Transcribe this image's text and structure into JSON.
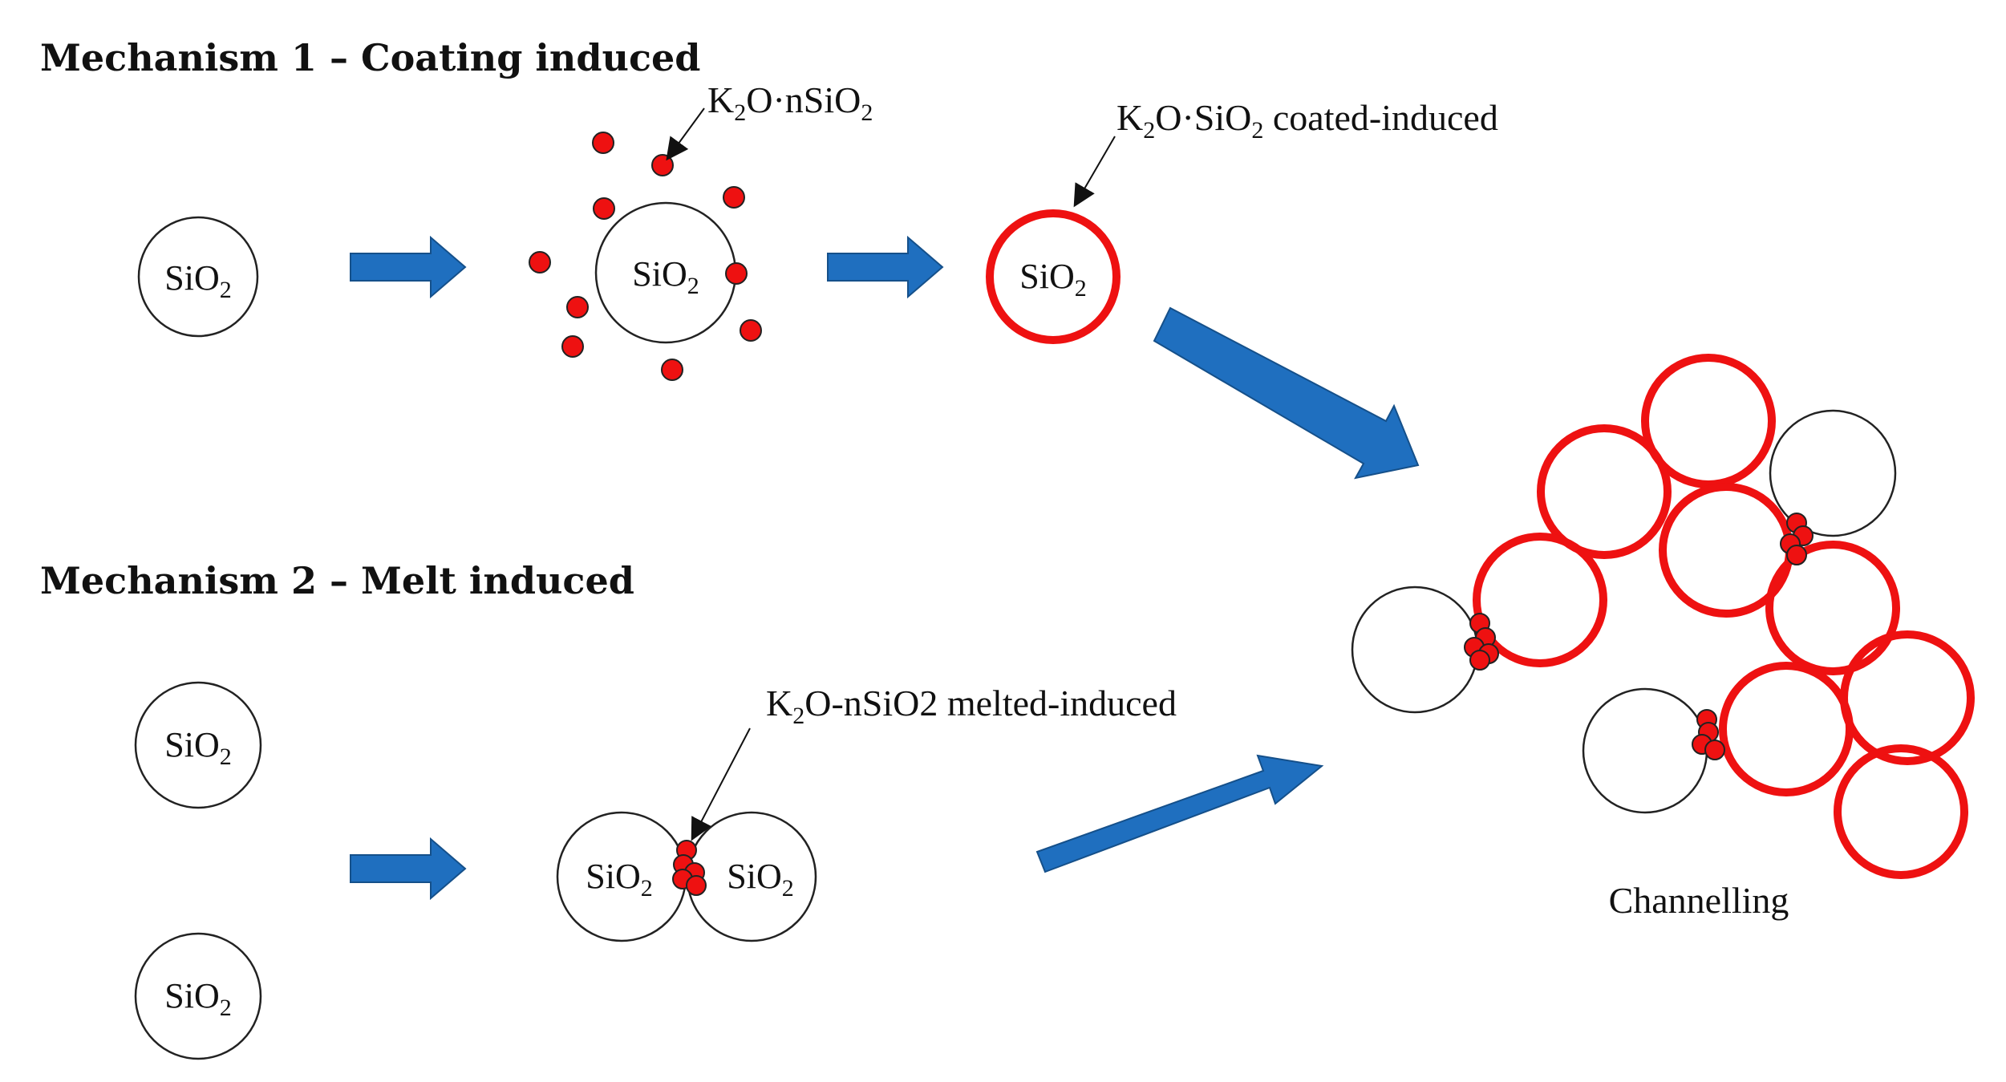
{
  "mechanism1": {
    "title": "Mechanism 1 – Coating induced",
    "label_precursor": {
      "pre": "K",
      "sub1": "2",
      "mid": "O·nSiO",
      "sub2": "2",
      "post": ""
    },
    "label_coated": {
      "pre": "K",
      "sub1": "2",
      "mid": "O·SiO",
      "sub2": "2",
      "post": " coated-induced"
    }
  },
  "mechanism2": {
    "title": "Mechanism 2 – Melt induced",
    "label_melt": {
      "pre": "K",
      "sub1": "2",
      "mid": "O-nSiO2 melted-induced",
      "sub2": "",
      "post": ""
    }
  },
  "particle": {
    "text": "SiO",
    "sub": "2"
  },
  "result_label": "Channelling",
  "colors": {
    "coating_red": "#ee1111",
    "arrow_blue": "#1f6fbf",
    "outline": "#222222"
  }
}
